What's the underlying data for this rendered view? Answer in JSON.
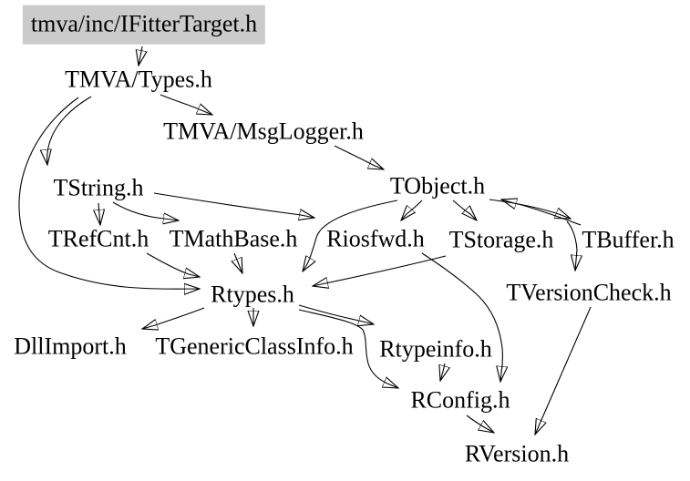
{
  "diagram": {
    "type": "include-dependency-graph",
    "root": "tmva/inc/IFitterTarget.h",
    "nodes": [
      {
        "id": "ifittertarget",
        "label": "tmva/inc/IFitterTarget.h",
        "highlighted": true
      },
      {
        "id": "tmva-types",
        "label": "TMVA/Types.h",
        "highlighted": false
      },
      {
        "id": "tmva-msglogger",
        "label": "TMVA/MsgLogger.h",
        "highlighted": false
      },
      {
        "id": "tstring",
        "label": "TString.h",
        "highlighted": false
      },
      {
        "id": "tobject",
        "label": "TObject.h",
        "highlighted": false
      },
      {
        "id": "trefcnt",
        "label": "TRefCnt.h",
        "highlighted": false
      },
      {
        "id": "tmathbase",
        "label": "TMathBase.h",
        "highlighted": false
      },
      {
        "id": "riosfwd",
        "label": "Riosfwd.h",
        "highlighted": false
      },
      {
        "id": "tstorage",
        "label": "TStorage.h",
        "highlighted": false
      },
      {
        "id": "tbuffer",
        "label": "TBuffer.h",
        "highlighted": false
      },
      {
        "id": "rtypes",
        "label": "Rtypes.h",
        "highlighted": false
      },
      {
        "id": "tversioncheck",
        "label": "TVersionCheck.h",
        "highlighted": false
      },
      {
        "id": "dllimport",
        "label": "DllImport.h",
        "highlighted": false
      },
      {
        "id": "tgenericclassinfo",
        "label": "TGenericClassInfo.h",
        "highlighted": false
      },
      {
        "id": "rtypeinfo",
        "label": "Rtypeinfo.h",
        "highlighted": false
      },
      {
        "id": "rconfig",
        "label": "RConfig.h",
        "highlighted": false
      },
      {
        "id": "rversion",
        "label": "RVersion.h",
        "highlighted": false
      }
    ],
    "edges": [
      {
        "from": "tmva/inc/IFitterTarget.h",
        "to": "TMVA/Types.h"
      },
      {
        "from": "TMVA/Types.h",
        "to": "TMVA/MsgLogger.h"
      },
      {
        "from": "TMVA/Types.h",
        "to": "TString.h"
      },
      {
        "from": "TMVA/Types.h",
        "to": "Rtypes.h"
      },
      {
        "from": "TMVA/MsgLogger.h",
        "to": "TObject.h"
      },
      {
        "from": "TString.h",
        "to": "TRefCnt.h"
      },
      {
        "from": "TString.h",
        "to": "TMathBase.h"
      },
      {
        "from": "TString.h",
        "to": "Riosfwd.h"
      },
      {
        "from": "TObject.h",
        "to": "Riosfwd.h"
      },
      {
        "from": "TObject.h",
        "to": "TStorage.h"
      },
      {
        "from": "TObject.h",
        "to": "Rtypes.h"
      },
      {
        "from": "TObject.h",
        "to": "TBuffer.h"
      },
      {
        "from": "TBuffer.h",
        "to": "TObject.h"
      },
      {
        "from": "TObject.h",
        "to": "TVersionCheck.h"
      },
      {
        "from": "TMathBase.h",
        "to": "Rtypes.h"
      },
      {
        "from": "TRefCnt.h",
        "to": "Rtypes.h"
      },
      {
        "from": "TStorage.h",
        "to": "Rtypes.h"
      },
      {
        "from": "Rtypes.h",
        "to": "DllImport.h"
      },
      {
        "from": "Rtypes.h",
        "to": "TGenericClassInfo.h"
      },
      {
        "from": "Rtypes.h",
        "to": "Rtypeinfo.h"
      },
      {
        "from": "Rtypes.h",
        "to": "RConfig.h"
      },
      {
        "from": "Rtypeinfo.h",
        "to": "RConfig.h"
      },
      {
        "from": "Riosfwd.h",
        "to": "RConfig.h"
      },
      {
        "from": "RConfig.h",
        "to": "RVersion.h"
      },
      {
        "from": "TVersionCheck.h",
        "to": "RVersion.h"
      }
    ]
  },
  "colors": {
    "background": "#ffffff",
    "highlight_bg": "#cbcbcb",
    "edge": "#000000",
    "text": "#000000"
  }
}
